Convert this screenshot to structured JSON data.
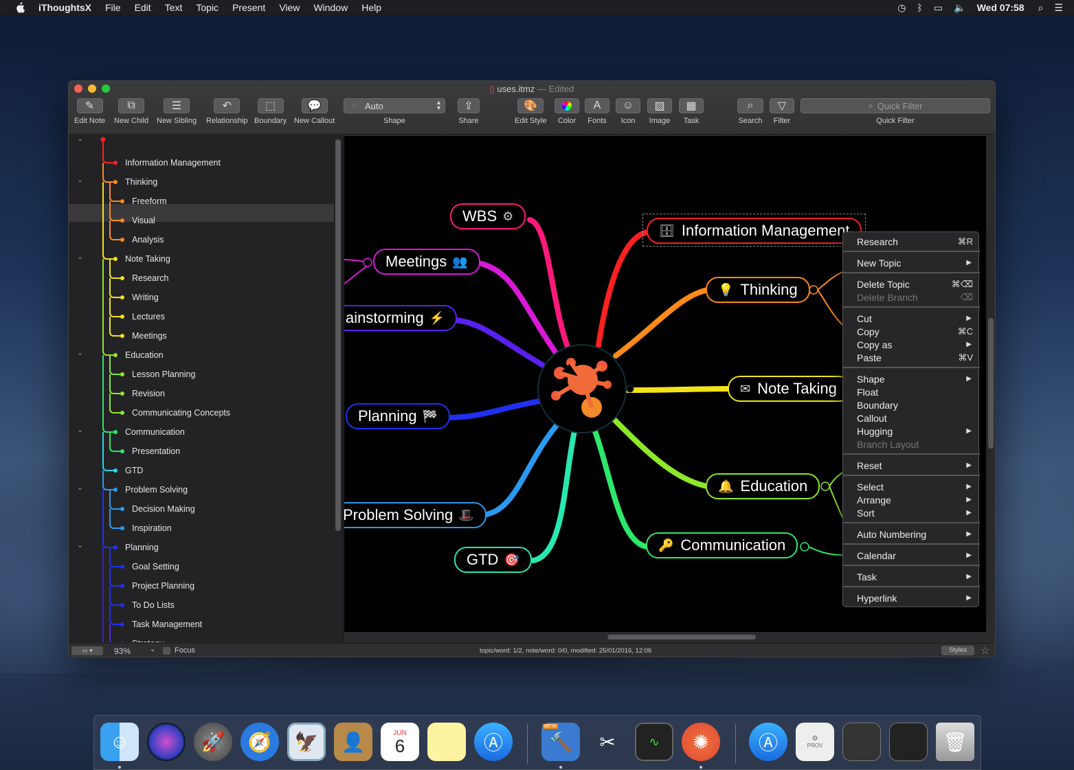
{
  "menubar": {
    "app_name": "iThoughtsX",
    "items": [
      "File",
      "Edit",
      "Text",
      "Topic",
      "Present",
      "View",
      "Window",
      "Help"
    ],
    "clock": "Wed 07:58"
  },
  "window": {
    "title": "uses.itmz",
    "title_suffix": "— Edited"
  },
  "toolbar": {
    "edit_note": "Edit Note",
    "new_child": "New Child",
    "new_sibling": "New Sibling",
    "relationship": "Relationship",
    "boundary": "Boundary",
    "new_callout": "New Callout",
    "shape_value": "Auto",
    "shape": "Shape",
    "share": "Share",
    "edit_style": "Edit Style",
    "color": "Color",
    "fonts": "Fonts",
    "icon": "Icon",
    "image": "Image",
    "task": "Task",
    "search": "Search",
    "filter": "Filter",
    "quick_filter_placeholder": "Quick Filter",
    "quick_filter": "Quick Filter"
  },
  "outline": {
    "items": [
      {
        "label": "Information Management",
        "level": 1,
        "color": "#ff2020"
      },
      {
        "label": "Thinking",
        "level": 1,
        "color": "#ff8a1a"
      },
      {
        "label": "Freeform",
        "level": 2,
        "color": "#ff8a1a"
      },
      {
        "label": "Visual",
        "level": 2,
        "color": "#ff8a1a"
      },
      {
        "label": "Analysis",
        "level": 2,
        "color": "#ff8a1a"
      },
      {
        "label": "Note Taking",
        "level": 1,
        "color": "#f5e31a"
      },
      {
        "label": "Research",
        "level": 2,
        "color": "#f5e31a"
      },
      {
        "label": "Writing",
        "level": 2,
        "color": "#f5e31a"
      },
      {
        "label": "Lectures",
        "level": 2,
        "color": "#f5e31a"
      },
      {
        "label": "Meetings",
        "level": 2,
        "color": "#f5e31a"
      },
      {
        "label": "Education",
        "level": 1,
        "color": "#8ee82a"
      },
      {
        "label": "Lesson Planning",
        "level": 2,
        "color": "#8ee82a"
      },
      {
        "label": "Revision",
        "level": 2,
        "color": "#8ee82a"
      },
      {
        "label": "Communicating Concepts",
        "level": 2,
        "color": "#8ee82a"
      },
      {
        "label": "Communication",
        "level": 1,
        "color": "#2ee86a"
      },
      {
        "label": "Presentation",
        "level": 2,
        "color": "#2ee86a"
      },
      {
        "label": "GTD",
        "level": 1,
        "color": "#28d8e8"
      },
      {
        "label": "Problem Solving",
        "level": 1,
        "color": "#2a9af0"
      },
      {
        "label": "Decision Making",
        "level": 2,
        "color": "#2a9af0"
      },
      {
        "label": "Inspiration",
        "level": 2,
        "color": "#2a9af0"
      },
      {
        "label": "Planning",
        "level": 1,
        "color": "#2030f0"
      },
      {
        "label": "Goal Setting",
        "level": 2,
        "color": "#2030f0"
      },
      {
        "label": "Project Planning",
        "level": 2,
        "color": "#2030f0"
      },
      {
        "label": "To Do Lists",
        "level": 2,
        "color": "#2030f0"
      },
      {
        "label": "Task Management",
        "level": 2,
        "color": "#2030f0"
      },
      {
        "label": "Strategy",
        "level": 2,
        "color": "#5a20f0"
      }
    ]
  },
  "mindmap": {
    "nodes": {
      "wbs": "WBS",
      "meetings": "Meetings",
      "brainstorming": "ainstorming",
      "planning": "Planning",
      "problem_solving": "Problem Solving",
      "gtd": "GTD",
      "information_management": "Information Management",
      "thinking": "Thinking",
      "note_taking": "Note Taking",
      "education": "Education",
      "communication": "Communication"
    },
    "colors": {
      "wbs": "#ff1a7a",
      "meetings": "#d81ad8",
      "brainstorming": "#5a20f0",
      "planning": "#2030f0",
      "problem_solving": "#2a9af0",
      "gtd": "#28e8b0",
      "information_management": "#ff2020",
      "thinking": "#ff8a1a",
      "note_taking": "#f5e31a",
      "education": "#8ee82a",
      "communication": "#2ee86a"
    }
  },
  "context_menu": {
    "research": "Research",
    "research_sc": "⌘R",
    "new_topic": "New Topic",
    "delete_topic": "Delete Topic",
    "delete_topic_sc": "⌘⌫",
    "delete_branch": "Delete Branch",
    "delete_branch_sc": "⌫",
    "cut": "Cut",
    "copy": "Copy",
    "copy_sc": "⌘C",
    "copy_as": "Copy as",
    "paste": "Paste",
    "paste_sc": "⌘V",
    "shape": "Shape",
    "float": "Float",
    "boundary": "Boundary",
    "callout": "Callout",
    "hugging": "Hugging",
    "branch_layout": "Branch Layout",
    "reset": "Reset",
    "select": "Select",
    "arrange": "Arrange",
    "sort": "Sort",
    "auto_numbering": "Auto Numbering",
    "calendar": "Calendar",
    "task": "Task",
    "hyperlink": "Hyperlink"
  },
  "statusbar": {
    "zoom": "93%",
    "focus": "Focus",
    "info": "topic/word: 1/2, note/word: 0/0, modified: 25/01/2016, 12:06",
    "styles": "Styles"
  },
  "dock": {
    "calendar_month": "JUN",
    "calendar_day": "6",
    "prov_label": "PROV",
    "beta_label": "BETA"
  }
}
